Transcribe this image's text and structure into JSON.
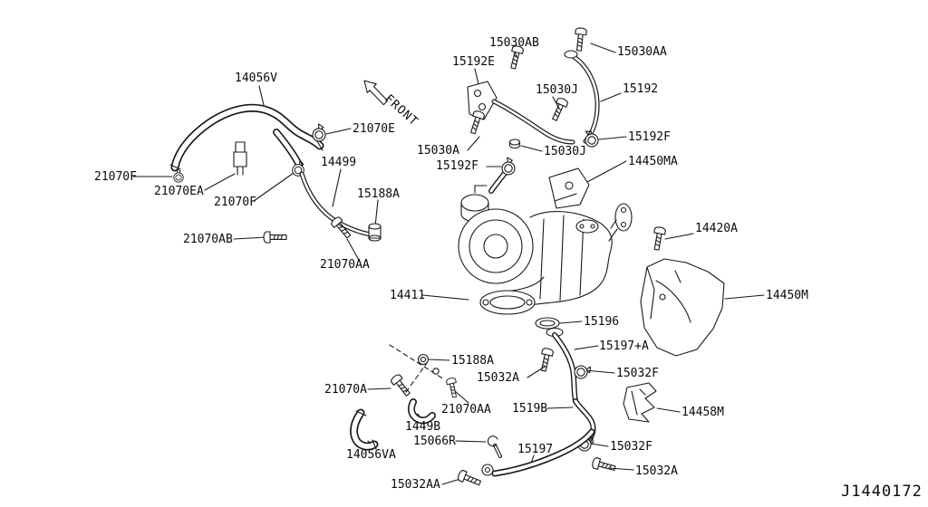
{
  "diagram": {
    "front_label": "FRONT",
    "drawing_number": "J1440172"
  },
  "labels": [
    {
      "text": "15030AB"
    },
    {
      "text": "15030AA"
    },
    {
      "text": "15192E"
    },
    {
      "text": "14056V"
    },
    {
      "text": "15030J"
    },
    {
      "text": "15192"
    },
    {
      "text": "21070E"
    },
    {
      "text": "15192F"
    },
    {
      "text": "15030A"
    },
    {
      "text": "15030J"
    },
    {
      "text": "15192F"
    },
    {
      "text": "14450MA"
    },
    {
      "text": "21070F"
    },
    {
      "text": "14499"
    },
    {
      "text": "21070EA"
    },
    {
      "text": "21070F"
    },
    {
      "text": "15188A"
    },
    {
      "text": "14420A"
    },
    {
      "text": "21070AB"
    },
    {
      "text": "21070AA"
    },
    {
      "text": "14411"
    },
    {
      "text": "14450M"
    },
    {
      "text": "15196"
    },
    {
      "text": "15197+A"
    },
    {
      "text": "15188A"
    },
    {
      "text": "15032A"
    },
    {
      "text": "15032F"
    },
    {
      "text": "21070A"
    },
    {
      "text": "1519B"
    },
    {
      "text": "14458M"
    },
    {
      "text": "21070AA"
    },
    {
      "text": "1449B"
    },
    {
      "text": "15066R"
    },
    {
      "text": "15032F"
    },
    {
      "text": "14056VA"
    },
    {
      "text": "15197"
    },
    {
      "text": "15032AA"
    },
    {
      "text": "15032A"
    }
  ]
}
